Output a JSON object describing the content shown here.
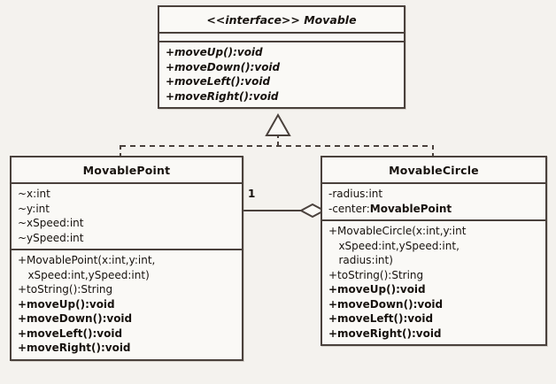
{
  "diagram": {
    "type": "uml-class-diagram",
    "background_color": "#f4f2ee",
    "line_color": "#4a413c",
    "box_fill_color": "#faf9f6",
    "text_color": "#17120e"
  },
  "interface": {
    "stereotype_name": "<<interface>> Movable",
    "stereotype": "<<interface>>",
    "name": "Movable",
    "attributes": [],
    "methods": [
      {
        "text": "+moveUp():void",
        "style": "bolditalic"
      },
      {
        "text": "+moveDown():void",
        "style": "bolditalic"
      },
      {
        "text": "+moveLeft():void",
        "style": "bolditalic"
      },
      {
        "text": "+moveRight():void",
        "style": "bolditalic"
      }
    ]
  },
  "classes": [
    {
      "name": "MovablePoint",
      "attributes": [
        {
          "text": "~x:int",
          "style": "normal"
        },
        {
          "text": "~y:int",
          "style": "normal"
        },
        {
          "text": "~xSpeed:int",
          "style": "normal"
        },
        {
          "text": "~ySpeed:int",
          "style": "normal"
        }
      ],
      "methods": [
        {
          "text": "+MovablePoint(x:int,y:int,",
          "style": "normal"
        },
        {
          "text": "   xSpeed:int,ySpeed:int)",
          "style": "normal"
        },
        {
          "text": "+toString():String",
          "style": "normal"
        },
        {
          "text": "+moveUp():void",
          "style": "bold"
        },
        {
          "text": "+moveDown():void",
          "style": "bold"
        },
        {
          "text": "+moveLeft():void",
          "style": "bold"
        },
        {
          "text": "+moveRight():void",
          "style": "bold"
        }
      ]
    },
    {
      "name": "MovableCircle",
      "attributes": [
        {
          "text": "-radius:int",
          "style": "normal"
        },
        {
          "text": "-center:",
          "style": "normal",
          "bold_suffix": "MovablePoint"
        }
      ],
      "methods": [
        {
          "text": "+MovableCircle(x:int,y:int",
          "style": "normal"
        },
        {
          "text": "   xSpeed:int,ySpeed:int,",
          "style": "normal"
        },
        {
          "text": "   radius:int)",
          "style": "normal"
        },
        {
          "text": "+toString():String",
          "style": "normal"
        },
        {
          "text": "+moveUp():void",
          "style": "bold"
        },
        {
          "text": "+moveDown():void",
          "style": "bold"
        },
        {
          "text": "+moveLeft():void",
          "style": "bold"
        },
        {
          "text": "+moveRight():void",
          "style": "bold"
        }
      ]
    }
  ],
  "relationships": {
    "realization": {
      "kind": "realization",
      "notation": "dashed line with hollow triangle",
      "from": [
        "MovablePoint",
        "MovableCircle"
      ],
      "to": "Movable"
    },
    "aggregation": {
      "kind": "aggregation",
      "notation": "solid line with hollow diamond",
      "from": "MovableCircle",
      "to": "MovablePoint",
      "multiplicity": "1"
    }
  }
}
